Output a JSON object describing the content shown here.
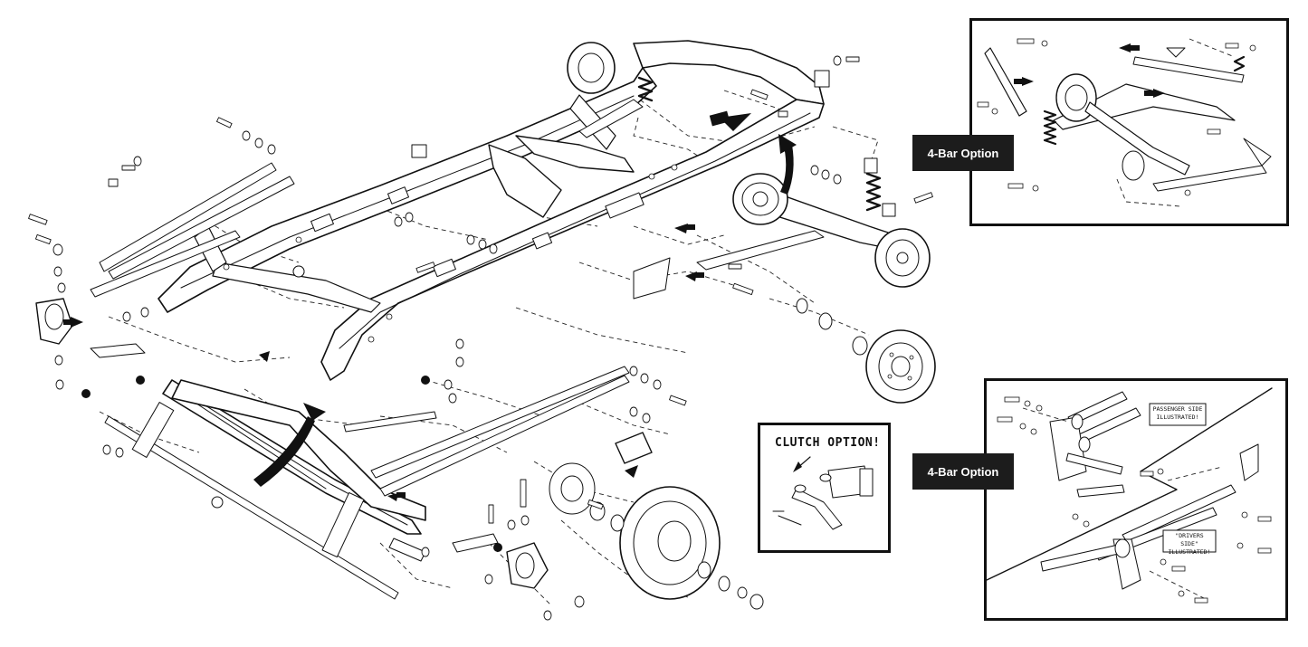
{
  "diagram": {
    "callouts": [
      {
        "id": "rear-4bar",
        "label": "4-Bar Option"
      },
      {
        "id": "front-4bar",
        "label": "4-Bar Option"
      }
    ],
    "clutch_inset": {
      "label": "CLUTCH OPTION!"
    },
    "front_inset": {
      "notes": [
        "PASSENGER SIDE ILLUSTRATED!",
        "\"DRIVERS SIDE\" ILLUSTRATED!"
      ]
    },
    "colors": {
      "line": "#111111",
      "callout_bg": "#1c1c1c",
      "callout_text": "#ffffff"
    }
  }
}
